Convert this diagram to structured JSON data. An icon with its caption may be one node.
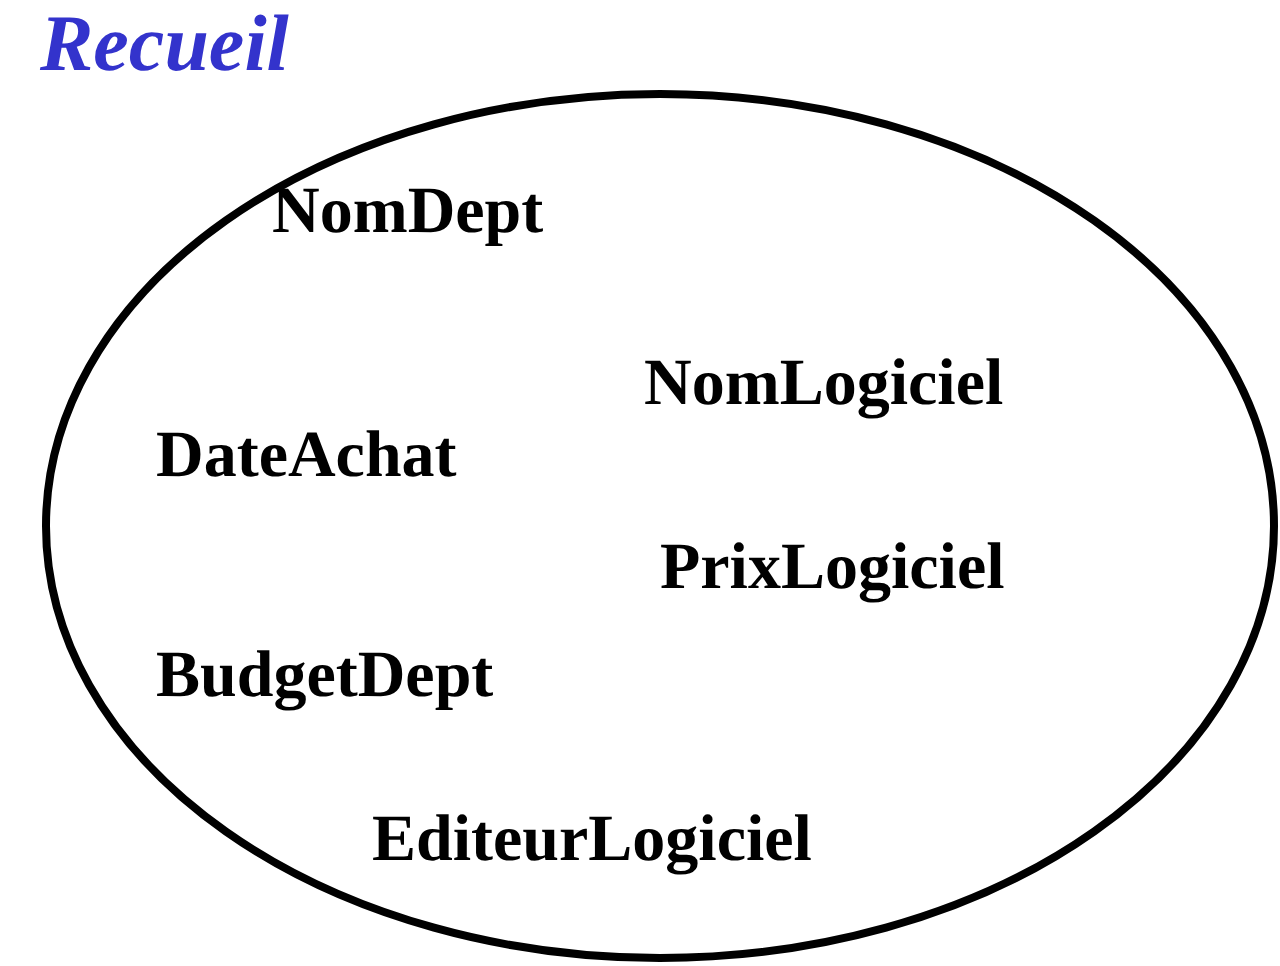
{
  "diagram": {
    "title": "Recueil",
    "nodes": [
      {
        "text": [
          "NomDept",
          "NomLogiciel",
          "DateAchat",
          "PrixLogiciel",
          "BudgetDept",
          "EditeurLogiciel"
        ]
      }
    ]
  }
}
